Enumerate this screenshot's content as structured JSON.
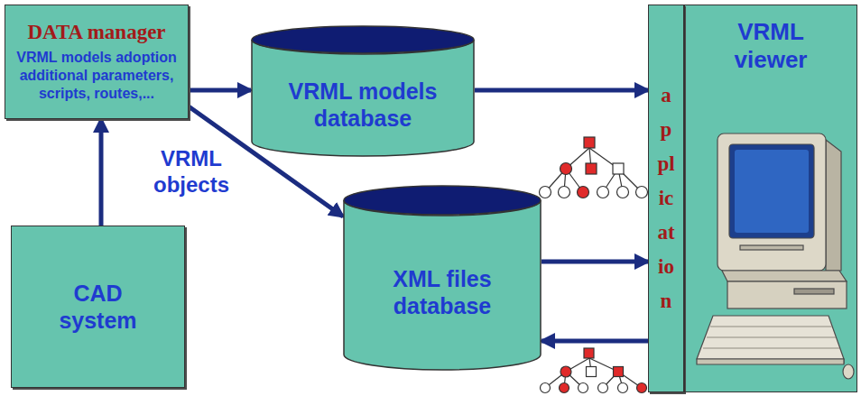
{
  "diagram": {
    "nodes": [
      {
        "text": [
          "DATA manager",
          "VRML models adoption additional parameters, scripts, routes,..."
        ]
      },
      {
        "text": [
          "CAD system"
        ]
      },
      {
        "text": [
          "VRML models database"
        ]
      },
      {
        "text": [
          "XML files database"
        ]
      },
      {
        "text": [
          "application"
        ]
      },
      {
        "text": [
          "VRML viewer"
        ]
      }
    ],
    "edges": [
      {
        "from": 1,
        "to": 0,
        "arrow": "to",
        "label": "VRML objects"
      },
      {
        "from": 0,
        "to": 2,
        "arrow": "to"
      },
      {
        "from": 0,
        "to": 3,
        "arrow": "to"
      },
      {
        "from": 2,
        "to": 4,
        "arrow": "to"
      },
      {
        "from": 3,
        "to": 4,
        "arrow": "to"
      },
      {
        "from": 4,
        "to": 3,
        "arrow": "to"
      }
    ]
  }
}
